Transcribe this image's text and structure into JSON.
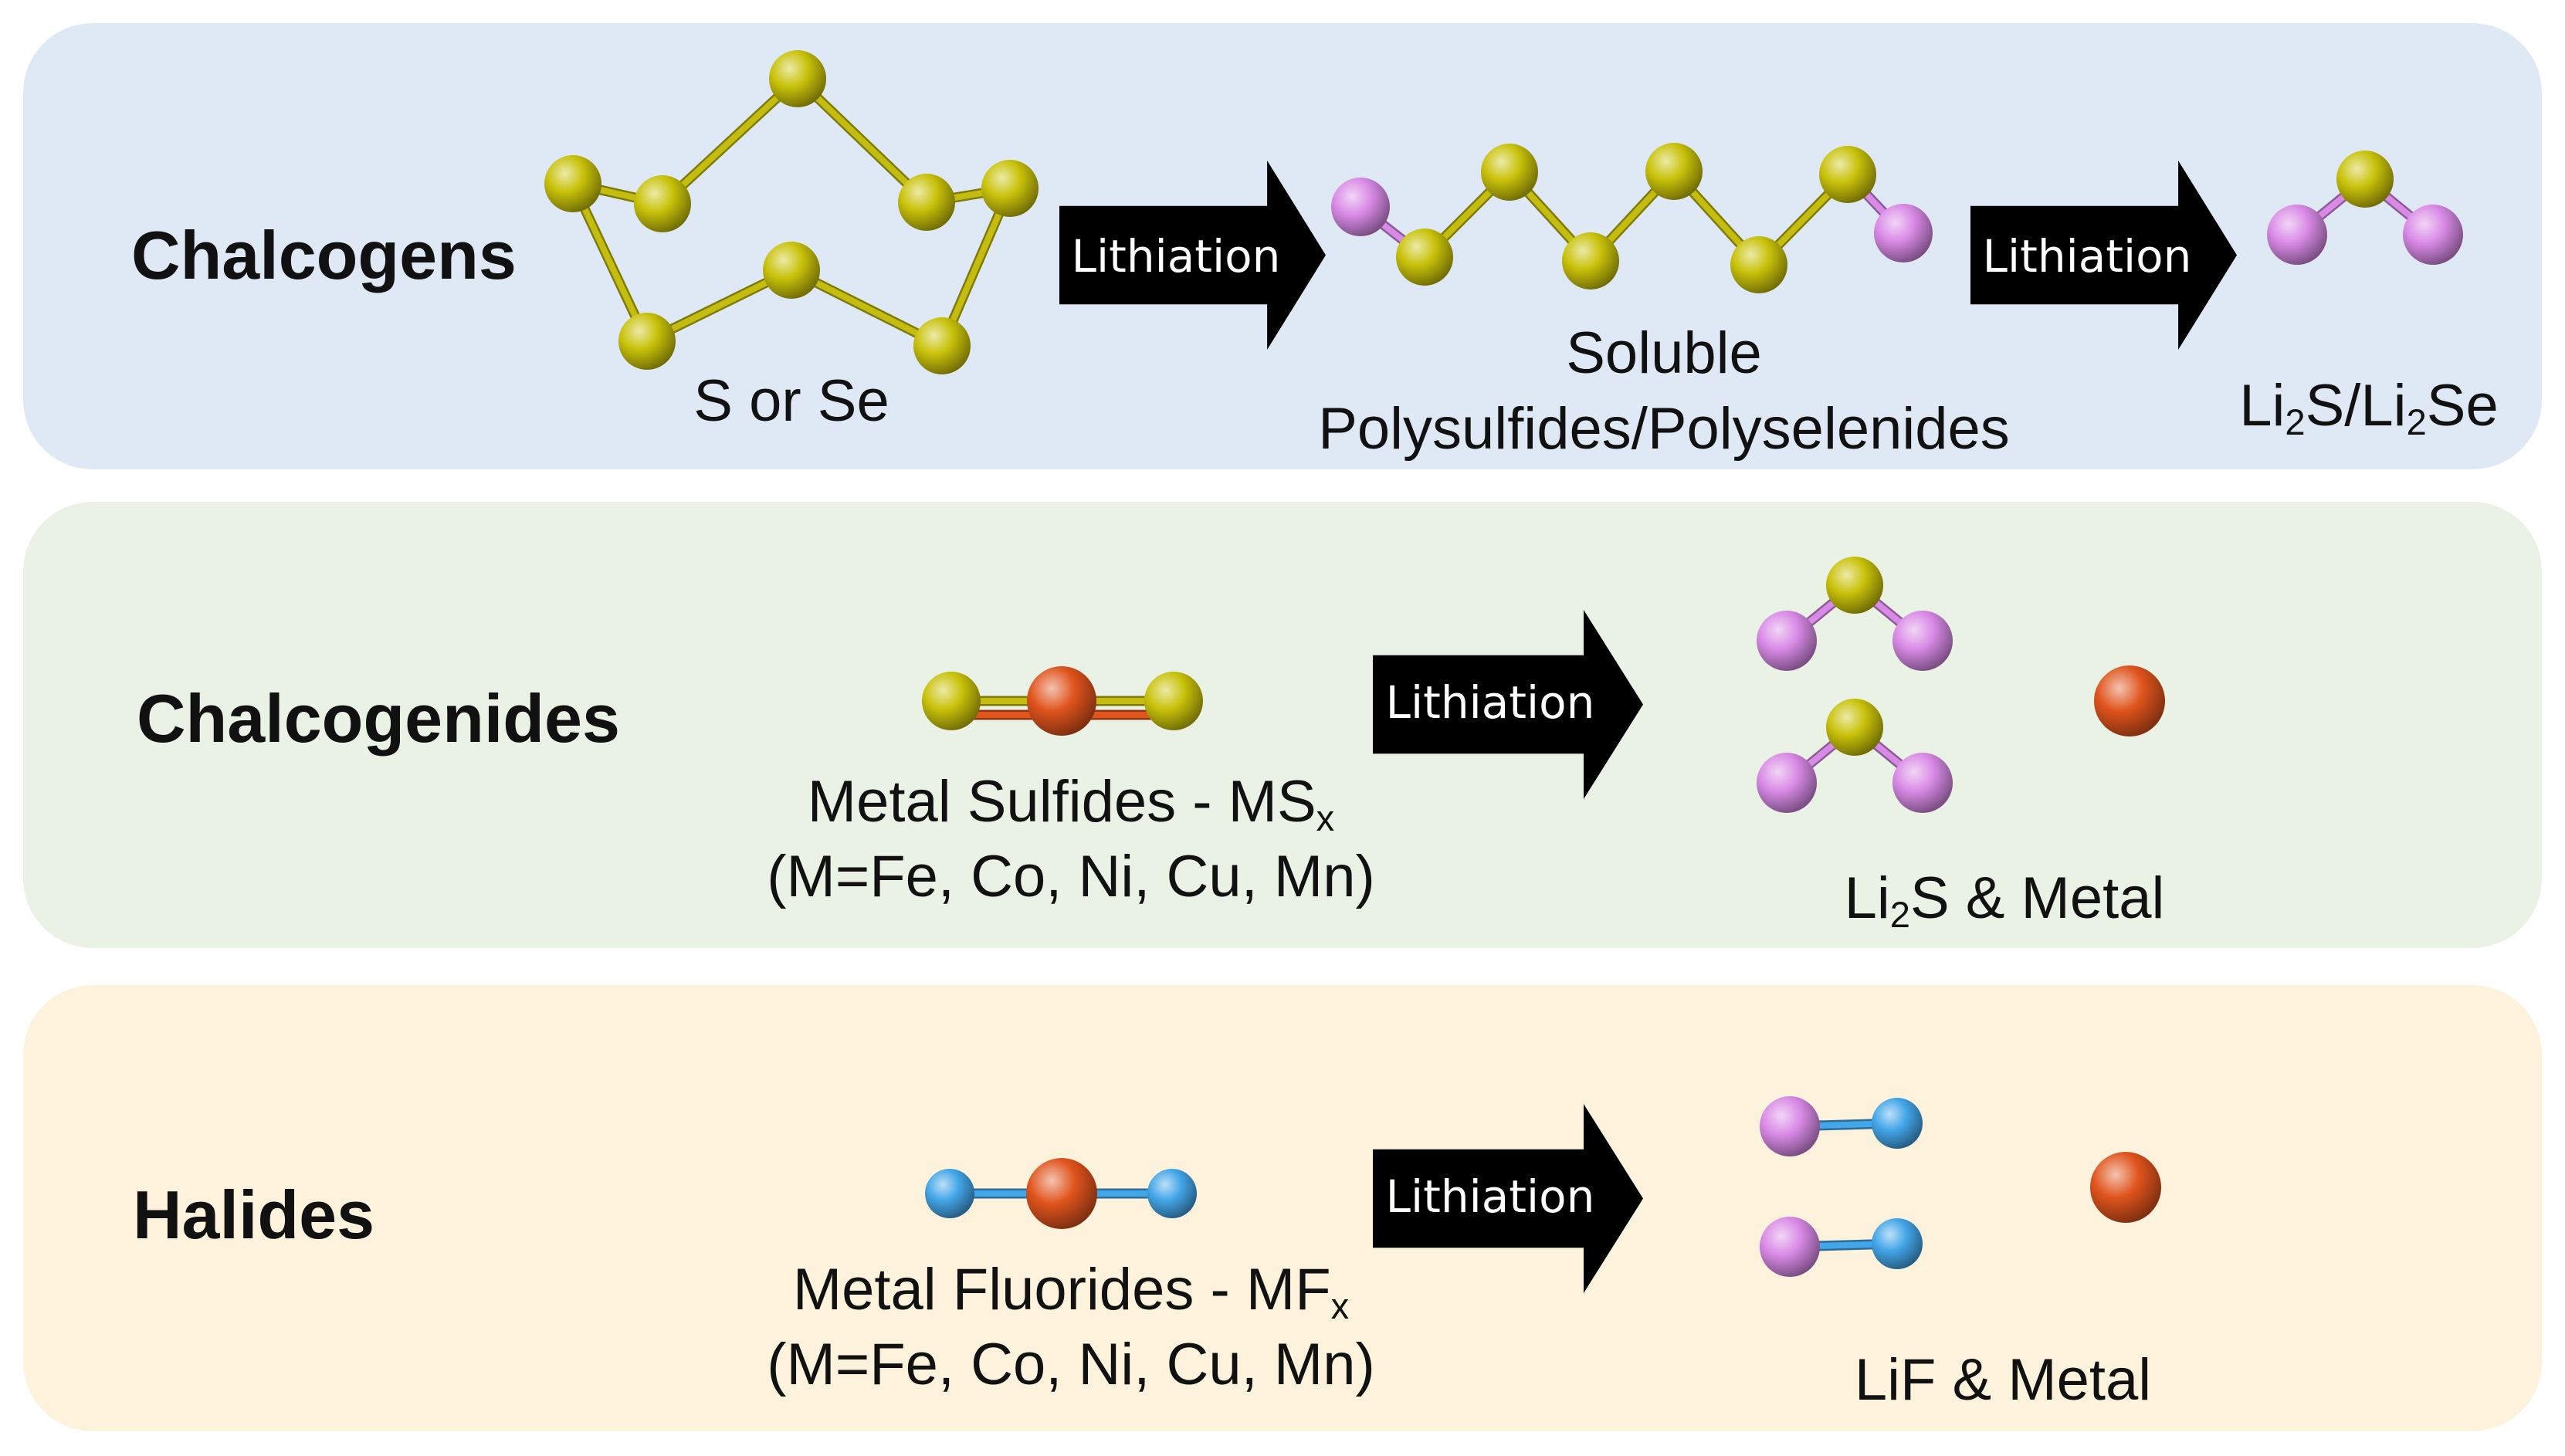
{
  "colors": {
    "panel_chalcogens": "#dfe9f5",
    "panel_chalcogenides": "#e9f2e4",
    "panel_halides": "#fdf2db",
    "sulfur": "#c9c20a",
    "lithium": "#d98ae6",
    "metal": "#e0541d",
    "fluorine": "#43a6e8",
    "arrow": "#000000"
  },
  "icons": {
    "sulfur_atom": "yellow-sphere",
    "lithium_atom": "violet-sphere",
    "metal_atom": "orange-sphere",
    "fluorine_atom": "blue-sphere",
    "reaction_arrow": "right-block-arrow"
  },
  "rows": [
    {
      "category": "Chalcogens",
      "start_label": "S or Se",
      "arrow1": "Lithiation",
      "mid_label_1": "Soluble",
      "mid_label_2": "Polysulfides/Polyselenides",
      "arrow2": "Lithiation",
      "end_label": {
        "a": "Li",
        "a_sub": "2",
        "b": "S/Li",
        "b_sub": "2",
        "c": "Se"
      }
    },
    {
      "category": "Chalcogenides",
      "start_label": {
        "main": "Metal Sulfides - MS",
        "sub": "x",
        "line2": "(M=Fe, Co, Ni, Cu, Mn)"
      },
      "arrow1": "Lithiation",
      "end_label": {
        "a": "Li",
        "a_sub": "2",
        "b": "S & Metal"
      }
    },
    {
      "category": "Halides",
      "start_label": {
        "main": "Metal Fluorides - MF",
        "sub": "x",
        "line2": "(M=Fe, Co, Ni, Cu, Mn)"
      },
      "arrow1": "Lithiation",
      "end_label": "LiF & Metal"
    }
  ]
}
